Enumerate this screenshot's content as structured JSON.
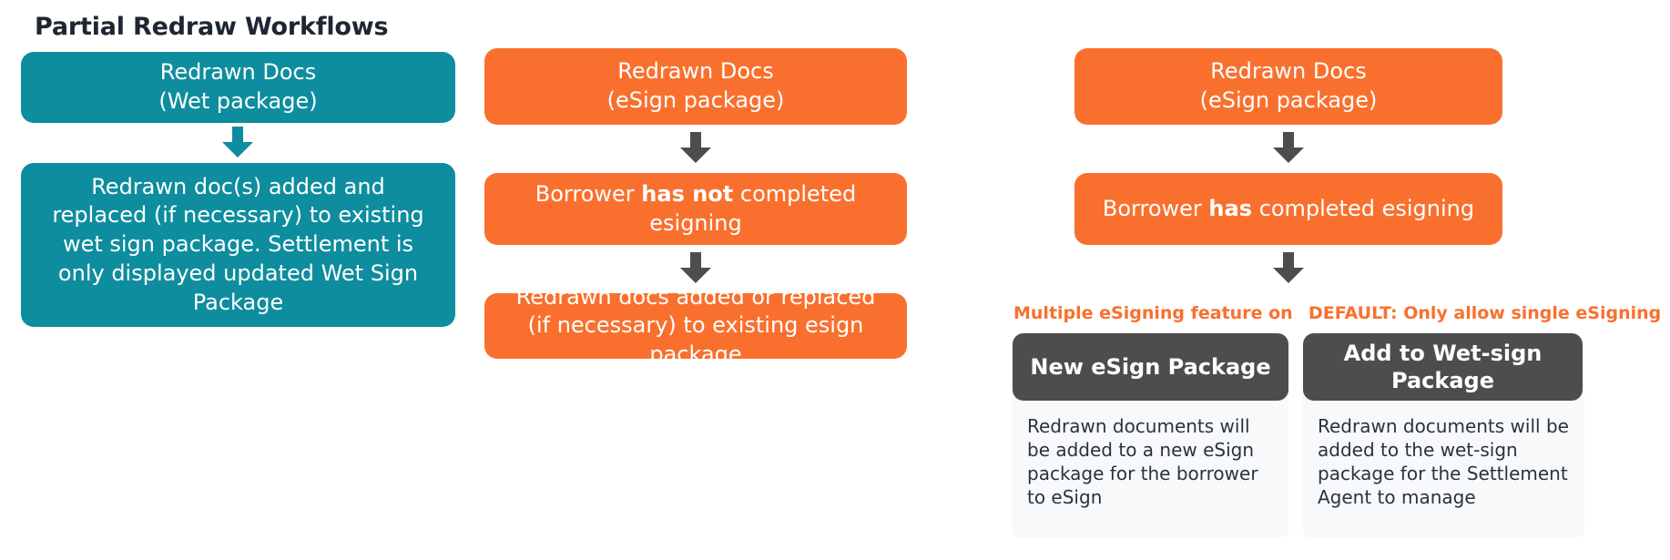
{
  "title": "Partial Redraw Workflows",
  "colors": {
    "teal": "#0e8d9e",
    "orange": "#f9702e",
    "dark": "#4d4d4d",
    "title_text": "#1f2633",
    "card_body_bg": "#f8f9fa",
    "card_body_text": "#2b3240"
  },
  "columns": [
    {
      "id": "wet-package",
      "nodes": [
        {
          "name": "redrawn-docs-wet",
          "line1": "Redrawn Docs",
          "line2": "(Wet package)"
        },
        {
          "name": "wet-outcome",
          "text": "Redrawn doc(s) added and replaced (if necessary) to existing wet sign package. Settlement is only displayed updated Wet Sign Package"
        }
      ]
    },
    {
      "id": "esign-not-completed",
      "nodes": [
        {
          "name": "redrawn-docs-esign",
          "line1": "Redrawn Docs",
          "line2": "(eSign package)"
        },
        {
          "name": "borrower-has-not-completed",
          "pre": "Borrower ",
          "strong": "has not",
          "post": " completed esigning"
        },
        {
          "name": "esign-outcome",
          "text": "Redrawn docs added or replaced (if necessary) to existing esign package"
        }
      ]
    },
    {
      "id": "esign-completed",
      "nodes": [
        {
          "name": "redrawn-docs-esign-2",
          "line1": "Redrawn Docs",
          "line2": "(eSign package)"
        },
        {
          "name": "borrower-has-completed",
          "pre": "Borrower ",
          "strong": "has",
          "post": " completed esigning"
        }
      ],
      "options": [
        {
          "name": "multiple-esigning",
          "label": "Multiple eSigning feature on",
          "header": "New eSign Package",
          "body": " Redrawn documents will be added to a new eSign package for the borrower to eSign"
        },
        {
          "name": "single-esigning-default",
          "label": "DEFAULT: Only allow single eSigning",
          "header": "Add to Wet-sign Package",
          "body": "Redrawn documents will be added to the wet-sign package for the Settlement Agent to manage"
        }
      ]
    }
  ]
}
